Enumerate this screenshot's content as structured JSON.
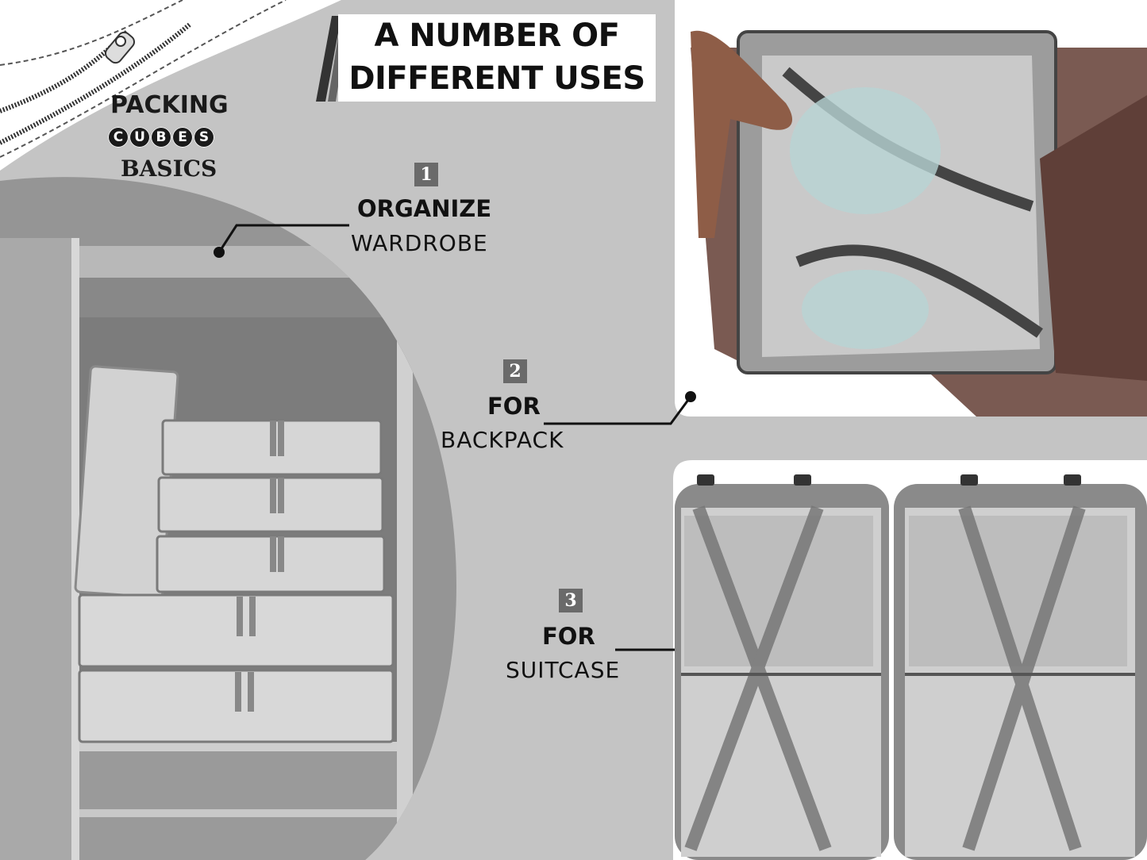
{
  "heading": {
    "line1": "A NUMBER OF",
    "line2": "DIFFERENT USES"
  },
  "logo": {
    "line1": "PACKING",
    "cubes_letters": [
      "C",
      "U",
      "B",
      "E",
      "S"
    ],
    "line3": "BASICS"
  },
  "uses": [
    {
      "number": "1",
      "bold": "ORGANIZE",
      "regular": "WARDROBE"
    },
    {
      "number": "2",
      "bold": "FOR",
      "regular": "BACKPACK"
    },
    {
      "number": "3",
      "bold": "FOR",
      "regular": "SUITCASE"
    }
  ],
  "colors": {
    "background": "#c4c4c4",
    "text": "#111111",
    "badge": "#6a6a6a",
    "card": "#ffffff"
  }
}
